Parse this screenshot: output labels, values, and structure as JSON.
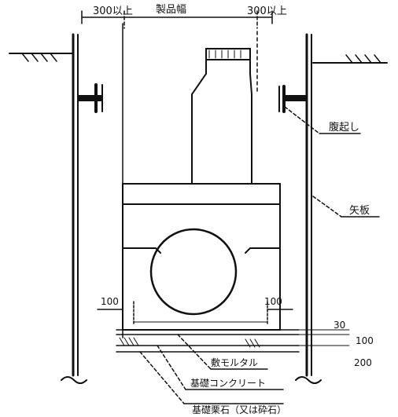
{
  "labels": {
    "left_clearance": "300以上",
    "product_width": "製品幅",
    "right_clearance": "300以上",
    "waling": "腹起し",
    "sheet_pile": "矢板",
    "left_offset": "100",
    "right_offset": "100",
    "mortar_thickness": "30",
    "concrete_thickness": "100",
    "gravel_thickness": "200",
    "bedding_mortar": "敷モルタル",
    "foundation_concrete": "基礎コンクリート",
    "foundation_gravel": "基礎栗石（又は砕石）"
  },
  "colors": {
    "line": "#111111",
    "background": "#ffffff"
  }
}
